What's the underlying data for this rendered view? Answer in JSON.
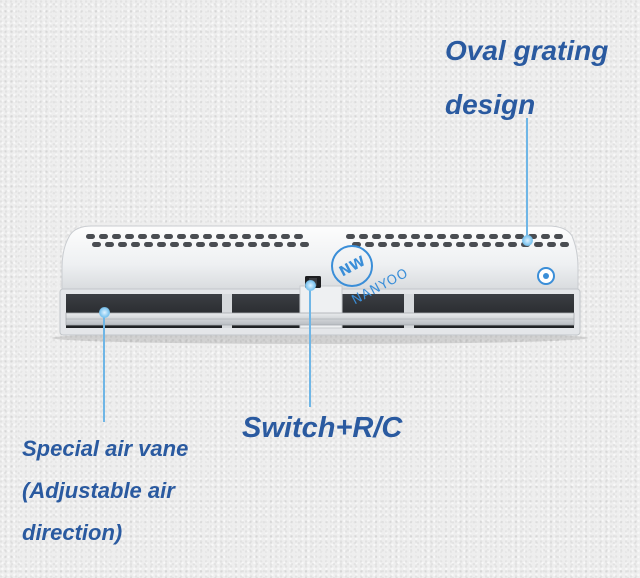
{
  "callouts": {
    "oval_grating": {
      "line1": "Oval grating",
      "line2": "design"
    },
    "switch_rc": {
      "text": "Switch+R/C"
    },
    "air_vane": {
      "line1": "Special air vane",
      "line2": "(Adjustable air",
      "line3": "direction)"
    }
  },
  "product": {
    "brand_logo": "NANYOO",
    "logo_mark": "NW"
  },
  "colors": {
    "callout_text": "#2a5aa0",
    "leader_line": "#6fb6e6",
    "body_white": "#f6f7f8",
    "grille_dark": "#4a4d52"
  }
}
